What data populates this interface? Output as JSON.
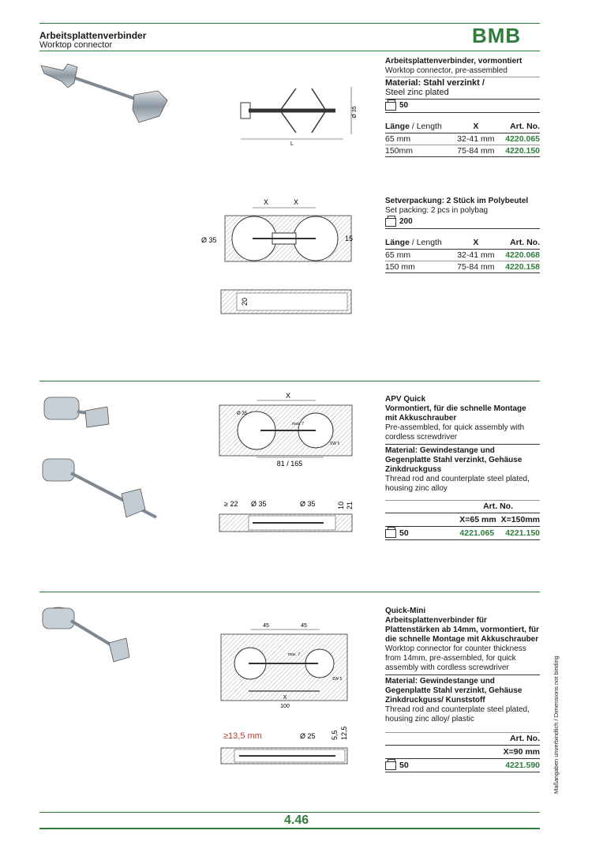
{
  "header": {
    "title_de": "Arbeitsplattenverbinder",
    "title_en": "Worktop connector",
    "brand": "BMB"
  },
  "product1": {
    "title_de": "Arbeitsplattenverbinder, vormontiert",
    "title_en": "Worktop connector, pre-assembled",
    "material_de": "Material: Stahl verzinkt /",
    "material_en": "Steel zinc plated",
    "pack": "50",
    "col_length_de": "Länge",
    "col_length_sep": " / ",
    "col_length_en": "Length",
    "col_x": "X",
    "col_art": "Art. No.",
    "rows": [
      {
        "length": "65 mm",
        "x": "32-41 mm",
        "art": "4220.065"
      },
      {
        "length": "150mm",
        "x": "75-84 mm",
        "art": "4220.150"
      }
    ],
    "diagram": {
      "dia": "Ø 35",
      "len": "L"
    }
  },
  "product2": {
    "title_de": "Setverpackung: 2 Stück im Polybeutel",
    "title_en": "Set packing: 2 pcs in polybag",
    "pack": "200",
    "col_length_de": "Länge",
    "col_length_sep": " / ",
    "col_length_en": "Length",
    "col_x": "X",
    "col_art": "Art. No.",
    "rows": [
      {
        "length": "65 mm",
        "x": "32-41 mm",
        "art": "4220.068"
      },
      {
        "length": "150 mm",
        "x": "75-84 mm",
        "art": "4220.158"
      }
    ],
    "diagram": {
      "x1": "X",
      "x2": "X",
      "dia": "Ø 35",
      "h": "15",
      "t": "20"
    }
  },
  "product3": {
    "name": "APV Quick",
    "desc_de": "Vormontiert, für die schnelle Montage mit Akkuschrauber",
    "desc_en": "Pre-assembled, for quick assembly with cordless screwdriver",
    "material_de": "Material: Gewindestange und Gegenplatte Stahl verzinkt, Gehäuse Zinkdruckguss",
    "material_en": "Thread rod and counterplate steel plated, housing zinc alloy",
    "col_art": "Art. No.",
    "col_x1": "X=65 mm",
    "col_x2": "X=150mm",
    "pack": "50",
    "art1": "4221.065",
    "art2": "4221.150",
    "diagram": {
      "x": "X",
      "d1": "Ø 35",
      "max": "max. 7",
      "sw": "SW 5",
      "span": "81 / 165",
      "ge": "≥ 22",
      "da": "Ø 35",
      "db": "Ø 35",
      "t1": "10",
      "t2": "21"
    }
  },
  "product4": {
    "name": "Quick-Mini",
    "desc_de": "Arbeitsplattenverbinder für Plattenstärken ab 14mm, vormontiert, für die schnelle Montage mit Akkuschrauber",
    "desc_en": "Worktop connector for counter thickness from 14mm, pre-assembled, for quick assembly with cordless screwdriver",
    "material_de": "Material: Gewindestange und Gegenplatte Stahl verzinkt, Gehäuse Zinkdruckguss/ Kunststoff",
    "material_en": "Thread rod and counterplate steel plated, housing zinc alloy/ plastic",
    "col_art": "Art. No.",
    "col_x": "X=90 mm",
    "pack": "50",
    "art": "4221.590",
    "diagram": {
      "a": "45",
      "b": "45",
      "max": "max. 7",
      "sw": "SW 5",
      "x": "X",
      "span": "100",
      "min": "≥13,5 mm",
      "d": "Ø 25",
      "t1": "5,5",
      "t2": "12,5"
    }
  },
  "footer": {
    "page": "4.46",
    "side_note": "Maßangaben unverbindlich / Dimensions not binding"
  }
}
